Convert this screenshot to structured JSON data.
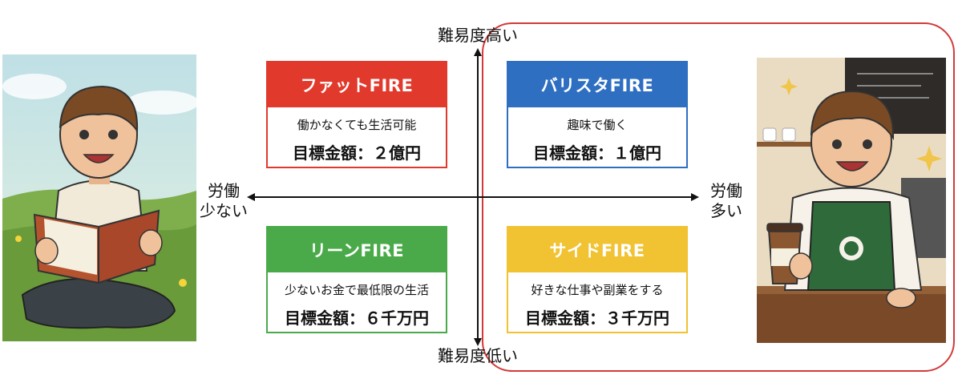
{
  "axis": {
    "top": "難易度高い",
    "bottom": "難易度低い",
    "left_line1": "労働",
    "left_line2": "少ない",
    "right_line1": "労働",
    "right_line2": "多い"
  },
  "quadrants": {
    "fat": {
      "title": "ファットFIRE",
      "desc": "働かなくても生活可能",
      "goal": "目標金額：２億円",
      "color": "#e13a2c"
    },
    "barista": {
      "title": "バリスタFIRE",
      "desc": "趣味で働く",
      "goal": "目標金額：１億円",
      "color": "#2f6fc2"
    },
    "lean": {
      "title": "リーンFIRE",
      "desc": "少ないお金で最低限の生活",
      "goal": "目標金額：６千万円",
      "color": "#4aaa4a"
    },
    "side": {
      "title": "サイドFIRE",
      "desc": "好きな仕事や副業をする",
      "goal": "目標金額：３千万円",
      "color": "#f1c232"
    }
  },
  "colors": {
    "highlight": "#d33a3a",
    "axis": "#111111"
  },
  "illustrations": {
    "left": "man-reading-book-illustration",
    "right": "barista-man-illustration"
  }
}
